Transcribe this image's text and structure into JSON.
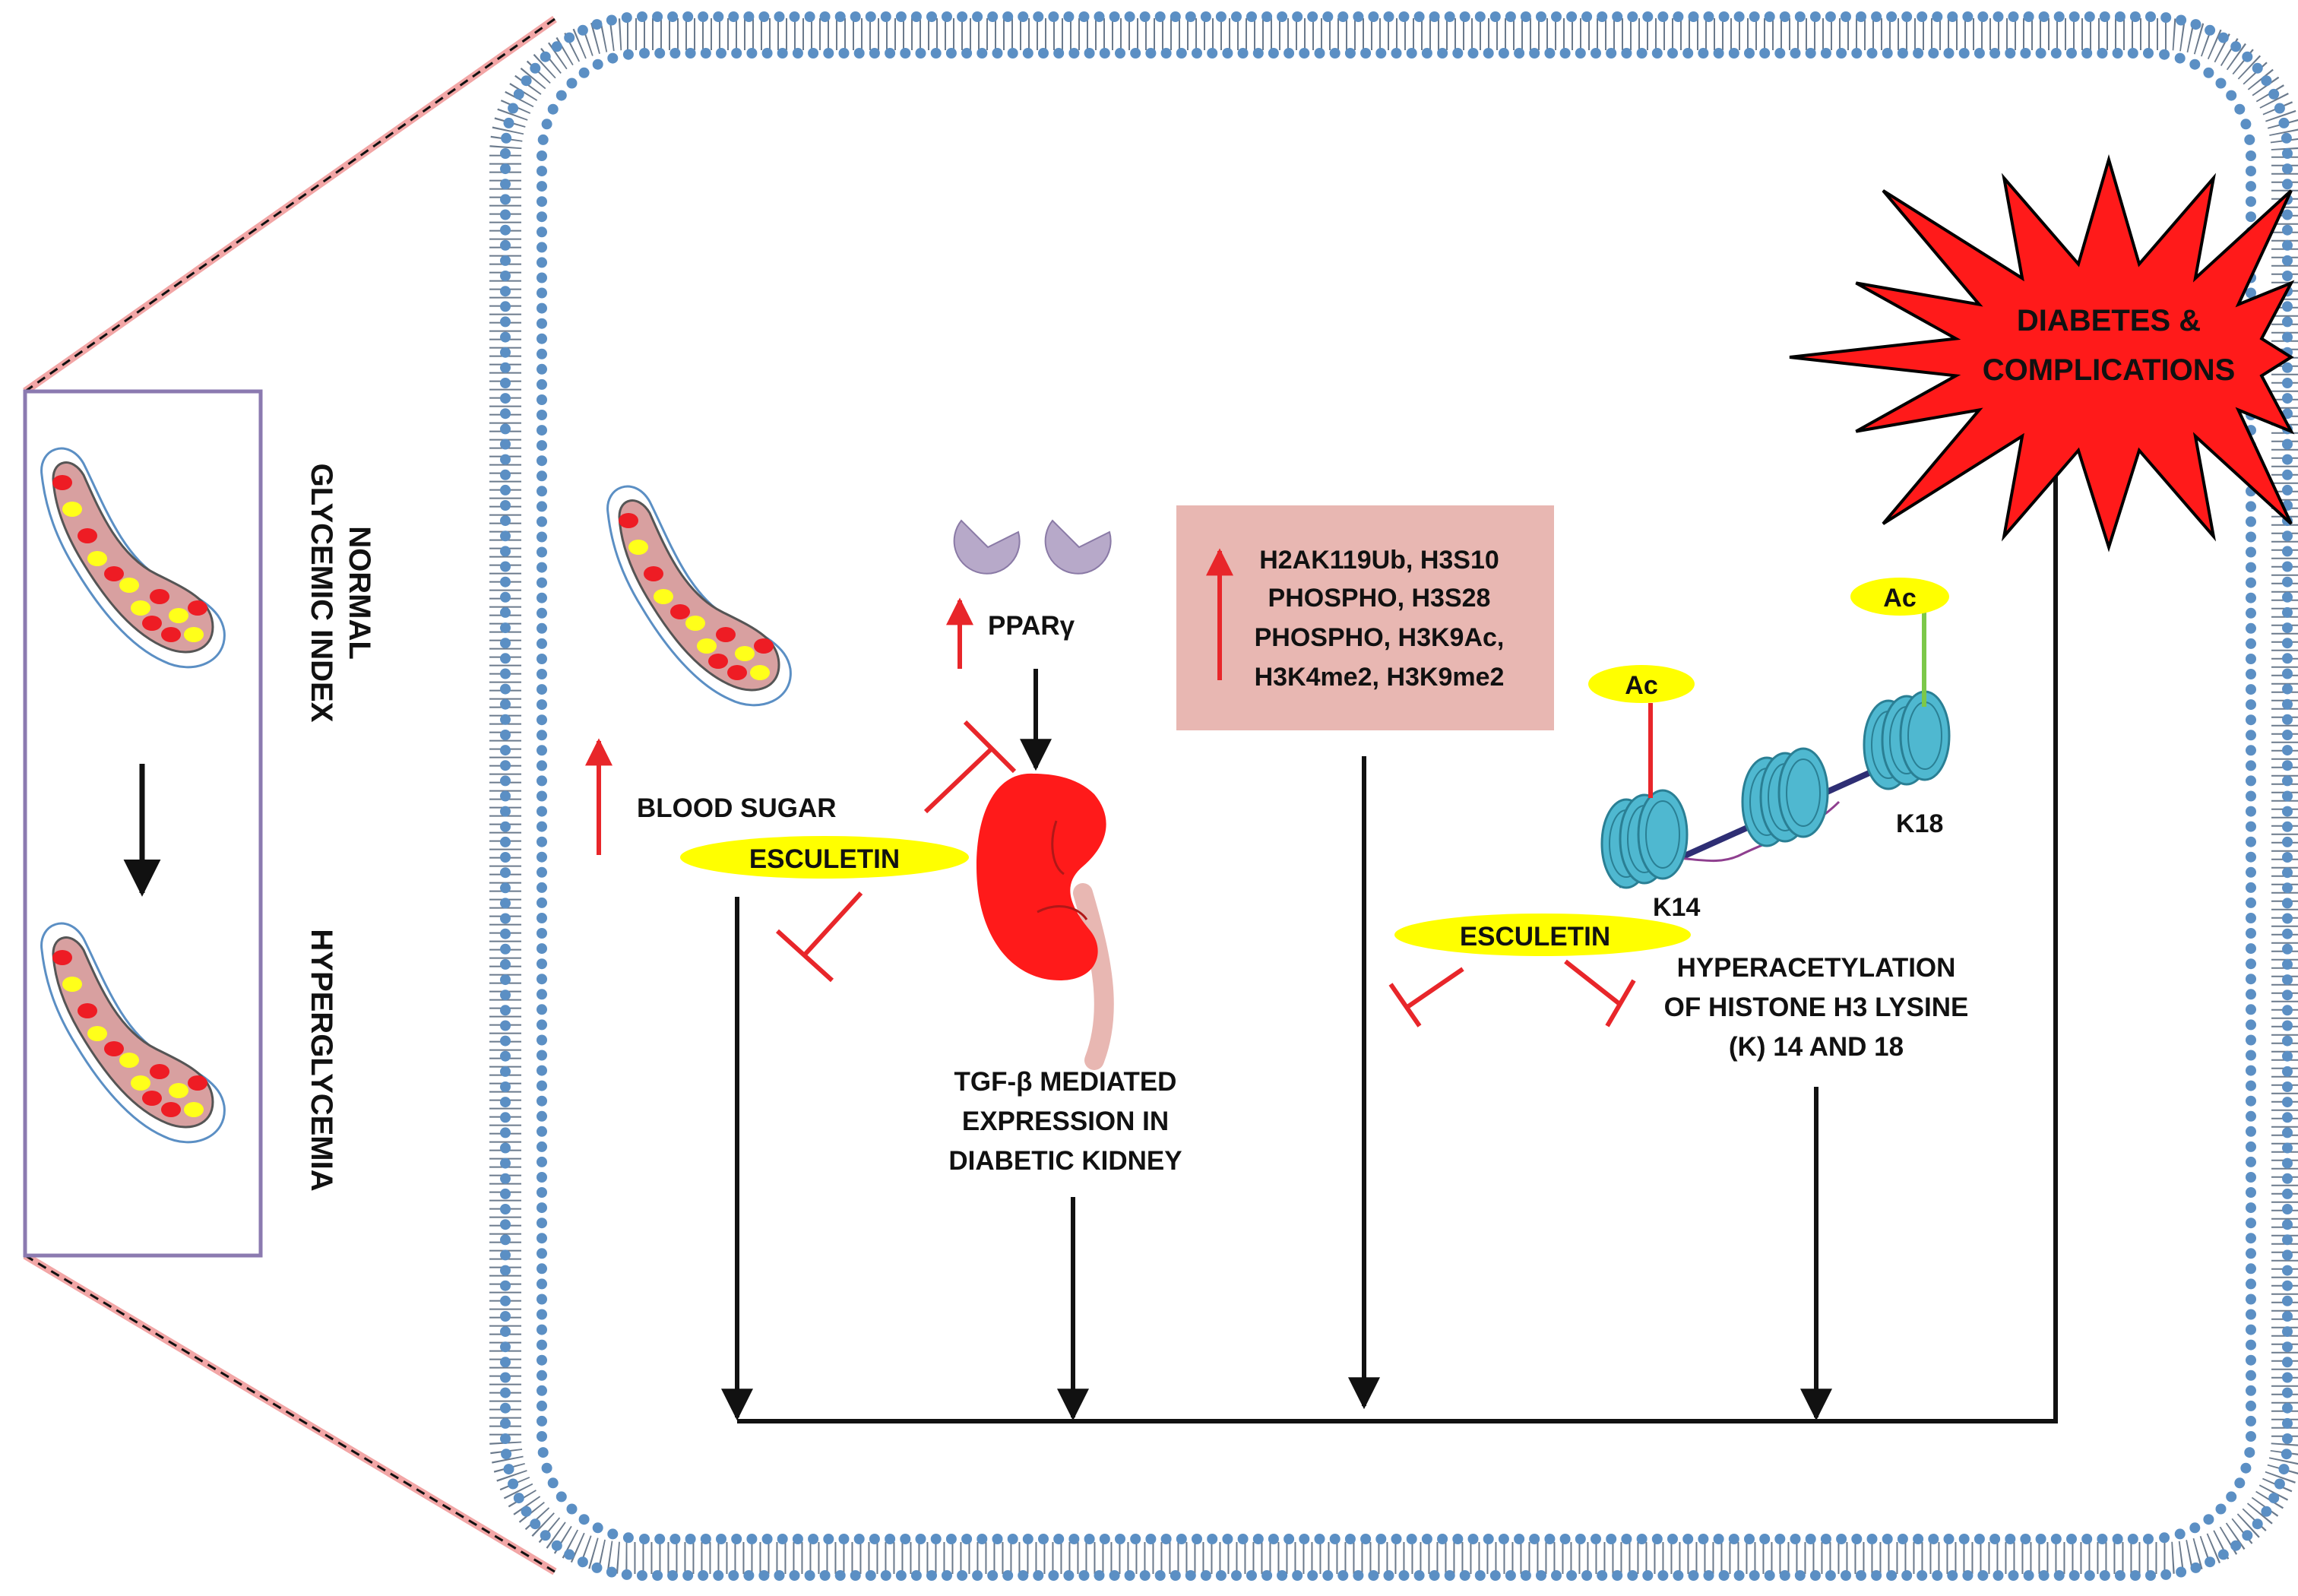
{
  "colors": {
    "membrane_bead": "#5b8fc4",
    "membrane_line": "#6b7a8c",
    "inhibit": "#e8262a",
    "arrow": "#111111",
    "esculetin_fill": "#ffff00",
    "burst_fill": "#ff1a1a",
    "histone_box": "#e8b7b2",
    "pancreas_fill": "#d8a0a0",
    "islet_red": "#ee1c24",
    "islet_yellow": "#ffff1a",
    "kidney": "#ff1a1a",
    "receptor": "#b7a9c9",
    "nucleosome": "#4fb8d0",
    "dna": "#2e2e74",
    "zoom_box": "#8b7ab0"
  },
  "labels": {
    "normal": [
      "NORMAL",
      "GLYCEMIC INDEX"
    ],
    "hyper": "HYPERGLYCEMIA",
    "blood_sugar": "BLOOD SUGAR",
    "esculetin": "ESCULETIN",
    "ppar": "PPARγ",
    "tgf": [
      "TGF-β MEDIATED",
      "EXPRESSION IN",
      "DIABETIC KIDNEY"
    ],
    "histone_mods": [
      "H2AK119Ub, H3S10",
      "PHOSPHO, H3S28",
      "PHOSPHO, H3K9Ac,",
      "H3K4me2, H3K9me2"
    ],
    "ac": "Ac",
    "k14": "K14",
    "k18": "K18",
    "hyperacetylation": [
      "HYPERACETYLATION",
      "OF HISTONE H3 LYSINE",
      "(K) 14 AND 18"
    ],
    "diabetes": [
      "DIABETES &",
      "COMPLICATIONS"
    ]
  },
  "icons": [
    "pancreas-icon",
    "kidney-icon",
    "receptor-icon",
    "nucleosome-icon",
    "burst-icon",
    "cell-membrane"
  ]
}
